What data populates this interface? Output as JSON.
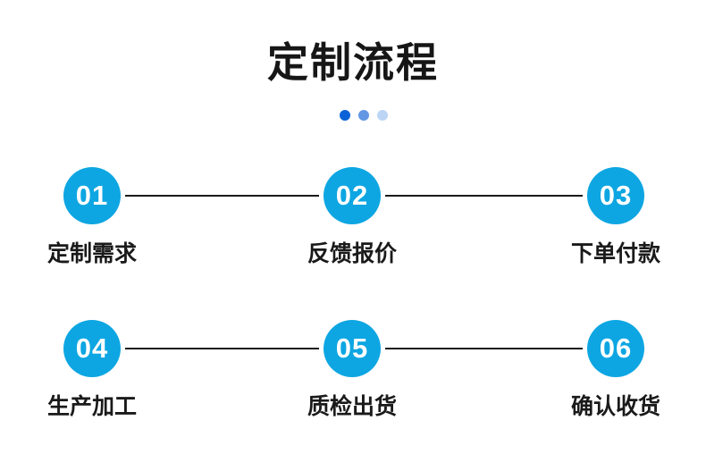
{
  "header": {
    "title": "定制流程"
  },
  "carousel": {
    "dot_colors": [
      "#0b62d8",
      "#6397e3",
      "#bdd5f4"
    ]
  },
  "flow": {
    "accent_color": "#0da6e2",
    "line_color": "#1a1a1a",
    "steps": [
      {
        "number": "01",
        "label": "定制需求"
      },
      {
        "number": "02",
        "label": "反馈报价"
      },
      {
        "number": "03",
        "label": "下单付款"
      },
      {
        "number": "04",
        "label": "生产加工"
      },
      {
        "number": "05",
        "label": "质检出货"
      },
      {
        "number": "06",
        "label": "确认收货"
      }
    ]
  }
}
